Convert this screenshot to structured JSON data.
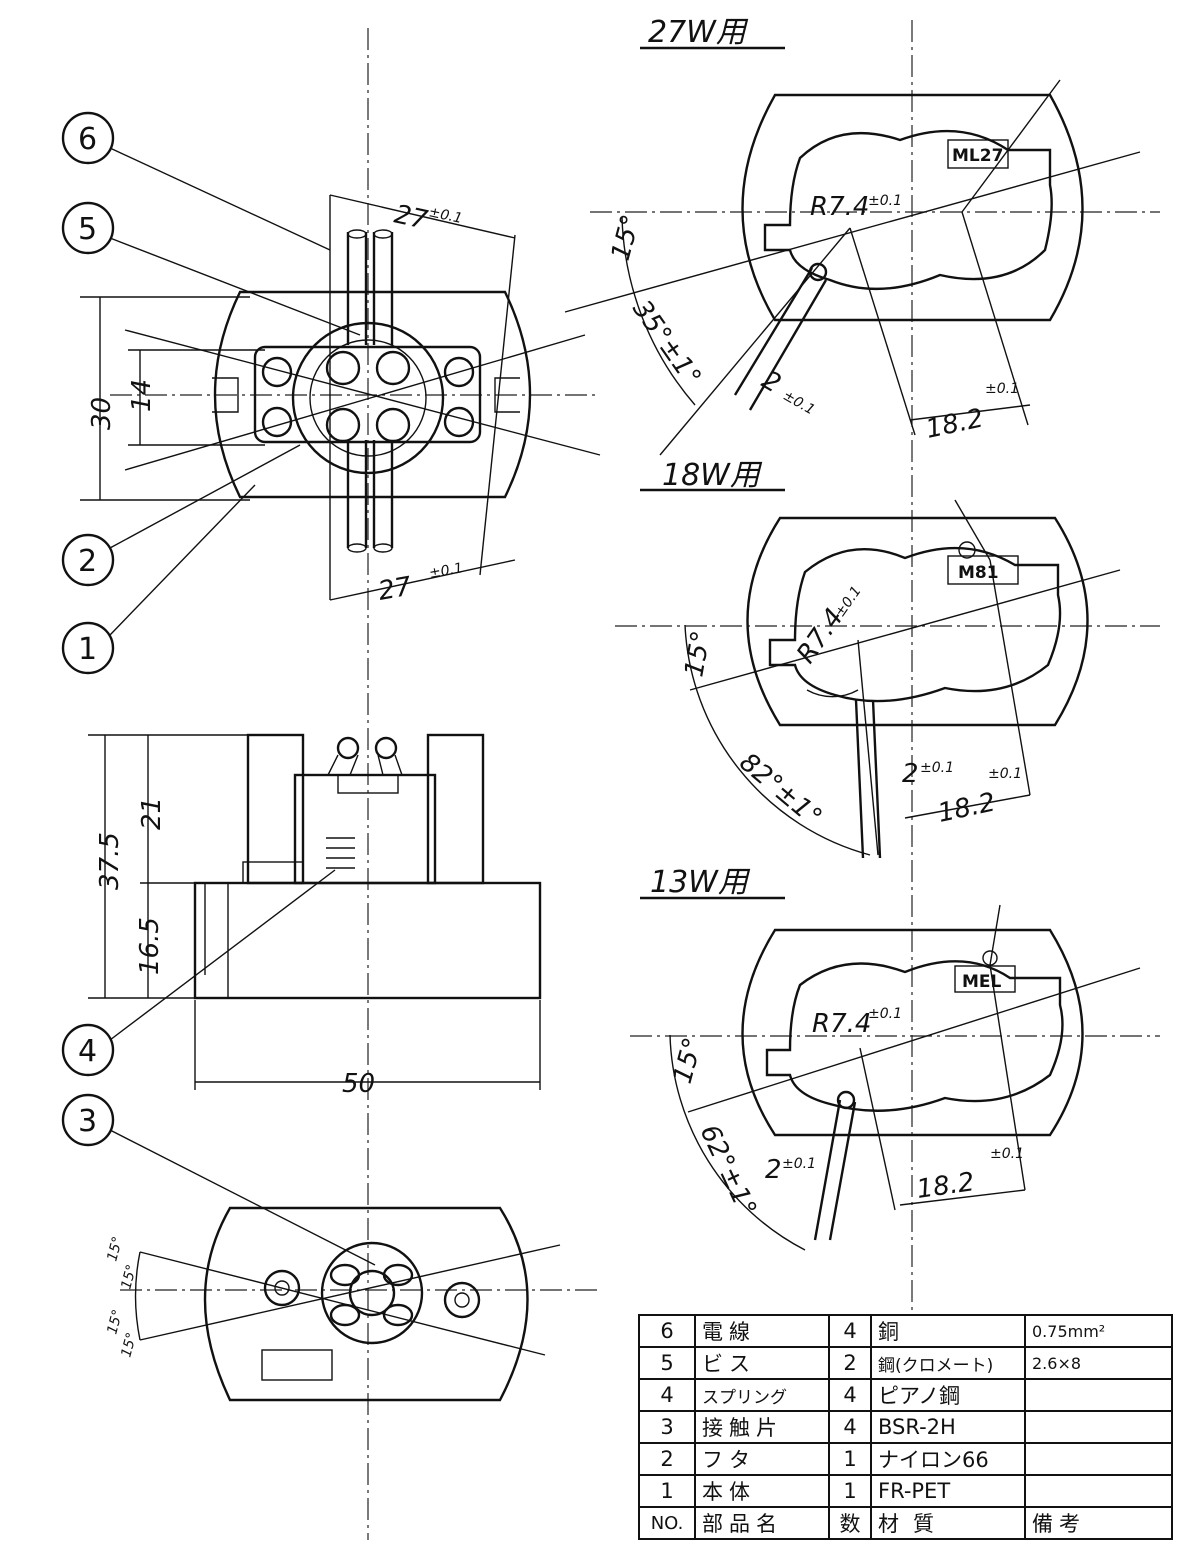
{
  "callouts": [
    "6",
    "5",
    "2",
    "1",
    "4",
    "3"
  ],
  "dimensions": {
    "top_width": "27",
    "top_width_tol": "±0.1",
    "bottom_width": "27",
    "bottom_width_tol": "±0.1",
    "height_30": "30",
    "height_14": "14",
    "side_37_5": "37.5",
    "side_21": "21",
    "side_16_5": "16.5",
    "base_50": "50",
    "bottom_angle_a": "15°",
    "bottom_angle_b": "15°",
    "bottom_angle_c": "15°",
    "bottom_angle_d": "15°"
  },
  "variants": [
    {
      "title": "27W用",
      "mark": "ML27",
      "radius": "R7.4",
      "radius_tol": "±0.1",
      "angle_small": "15°",
      "angle_large": "35°±1°",
      "slot": "2",
      "slot_tol": "±0.1",
      "offset": "18.2",
      "offset_tol": "±0.1"
    },
    {
      "title": "18W用",
      "mark": "M81",
      "radius": "R7.4",
      "radius_tol": "±0.1",
      "angle_small": "15°",
      "angle_large": "82°±1°",
      "slot": "2",
      "slot_tol": "±0.1",
      "offset": "18.2",
      "offset_tol": "±0.1"
    },
    {
      "title": "13W用",
      "mark": "MEL",
      "radius": "R7.4",
      "radius_tol": "±0.1",
      "angle_small": "15°",
      "angle_large": "62°±1°",
      "slot": "2",
      "slot_tol": "±0.1",
      "offset": "18.2",
      "offset_tol": "±0.1"
    }
  ],
  "parts_table": {
    "rows": [
      {
        "no": "6",
        "name": "電線",
        "qty": "4",
        "material": "銅",
        "remark": "0.75mm²"
      },
      {
        "no": "5",
        "name": "ビス",
        "qty": "2",
        "material": "鋼(クロメート)",
        "remark": "2.6×8"
      },
      {
        "no": "4",
        "name": "スプリング",
        "qty": "4",
        "material": "ピアノ鋼",
        "remark": ""
      },
      {
        "no": "3",
        "name": "接触片",
        "qty": "4",
        "material": "BSR-2H",
        "remark": ""
      },
      {
        "no": "2",
        "name": "フタ",
        "qty": "1",
        "material": "ナイロン66",
        "remark": ""
      },
      {
        "no": "1",
        "name": "本体",
        "qty": "1",
        "material": "FR-PET",
        "remark": ""
      }
    ],
    "header": {
      "no": "NO.",
      "name": "部品名",
      "qty": "数",
      "material": "材質",
      "remark": "備考"
    }
  }
}
